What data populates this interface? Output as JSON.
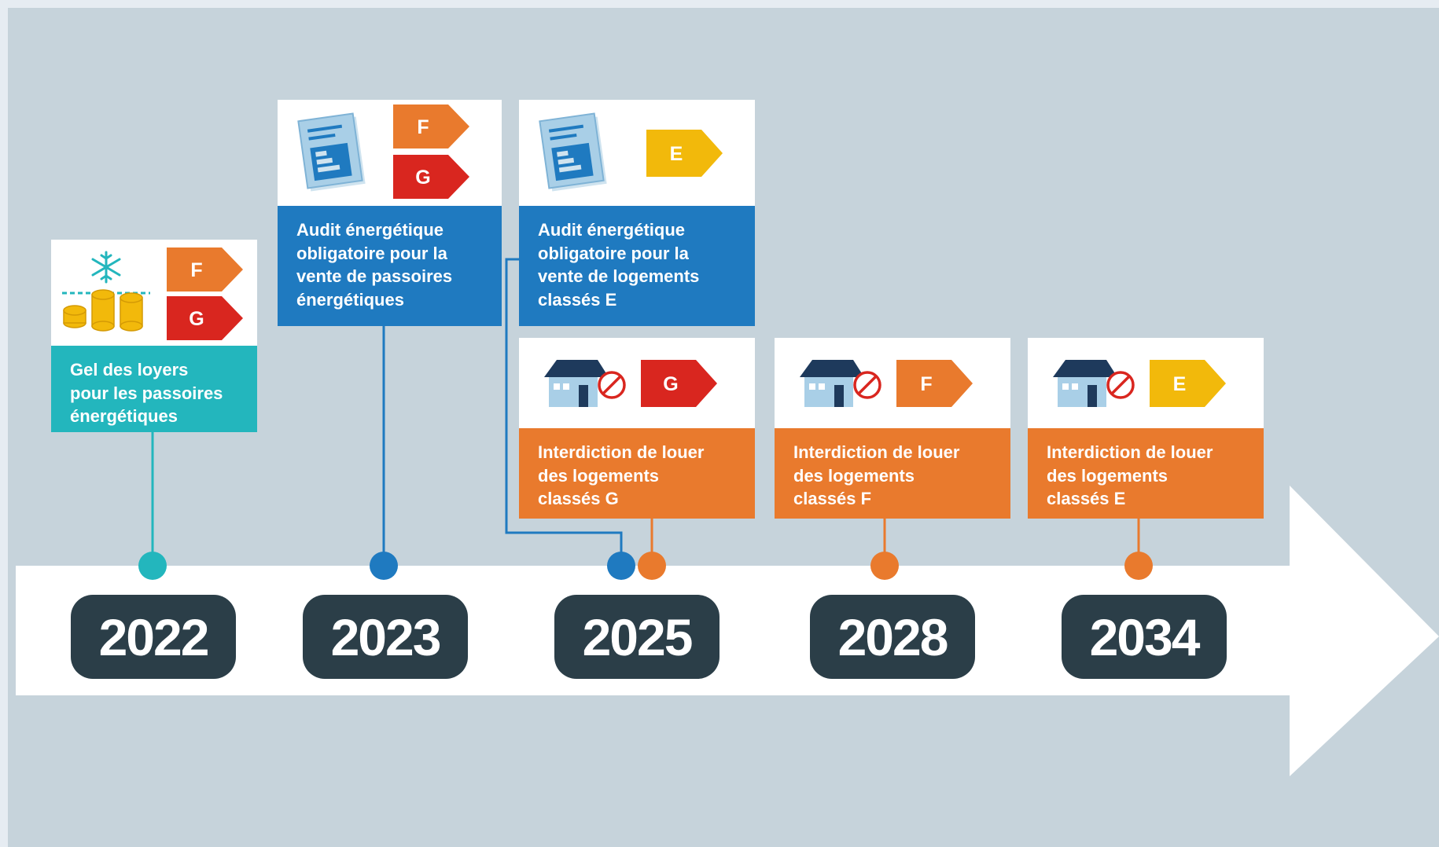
{
  "colors": {
    "background": "#c6d3db",
    "arrow": "#ffffff",
    "year_pill": "#2b3e48",
    "teal": "#23b6bd",
    "blue": "#1f7ac0",
    "orange": "#e97a2d",
    "red": "#d9261f",
    "yellow": "#f2b90b"
  },
  "timeline": {
    "years": [
      "2022",
      "2023",
      "2025",
      "2028",
      "2034"
    ]
  },
  "cards": [
    {
      "id": "gel-loyers",
      "text": "Gel des loyers\npour les passoires\nénergétiques",
      "labels": [
        "F",
        "G"
      ],
      "icon": "frozen-coins-icon"
    },
    {
      "id": "audit-fg",
      "text": "Audit énergétique\nobligatoire pour la\nvente de passoires\nénergétiques",
      "labels": [
        "F",
        "G"
      ],
      "icon": "energy-audit-document-icon"
    },
    {
      "id": "audit-e",
      "text": "Audit énergétique\nobligatoire pour la\nvente de logements\nclassés E",
      "labels": [
        "E"
      ],
      "icon": "energy-audit-document-icon"
    },
    {
      "id": "interdiction-g",
      "text": "Interdiction de louer\ndes logements\nclassés G",
      "labels": [
        "G"
      ],
      "icon": "house-prohibited-icon"
    },
    {
      "id": "interdiction-f",
      "text": "Interdiction de louer\ndes logements\nclassés F",
      "labels": [
        "F"
      ],
      "icon": "house-prohibited-icon"
    },
    {
      "id": "interdiction-e",
      "text": "Interdiction de louer\ndes logements\nclassés E",
      "labels": [
        "E"
      ],
      "icon": "house-prohibited-icon"
    }
  ]
}
